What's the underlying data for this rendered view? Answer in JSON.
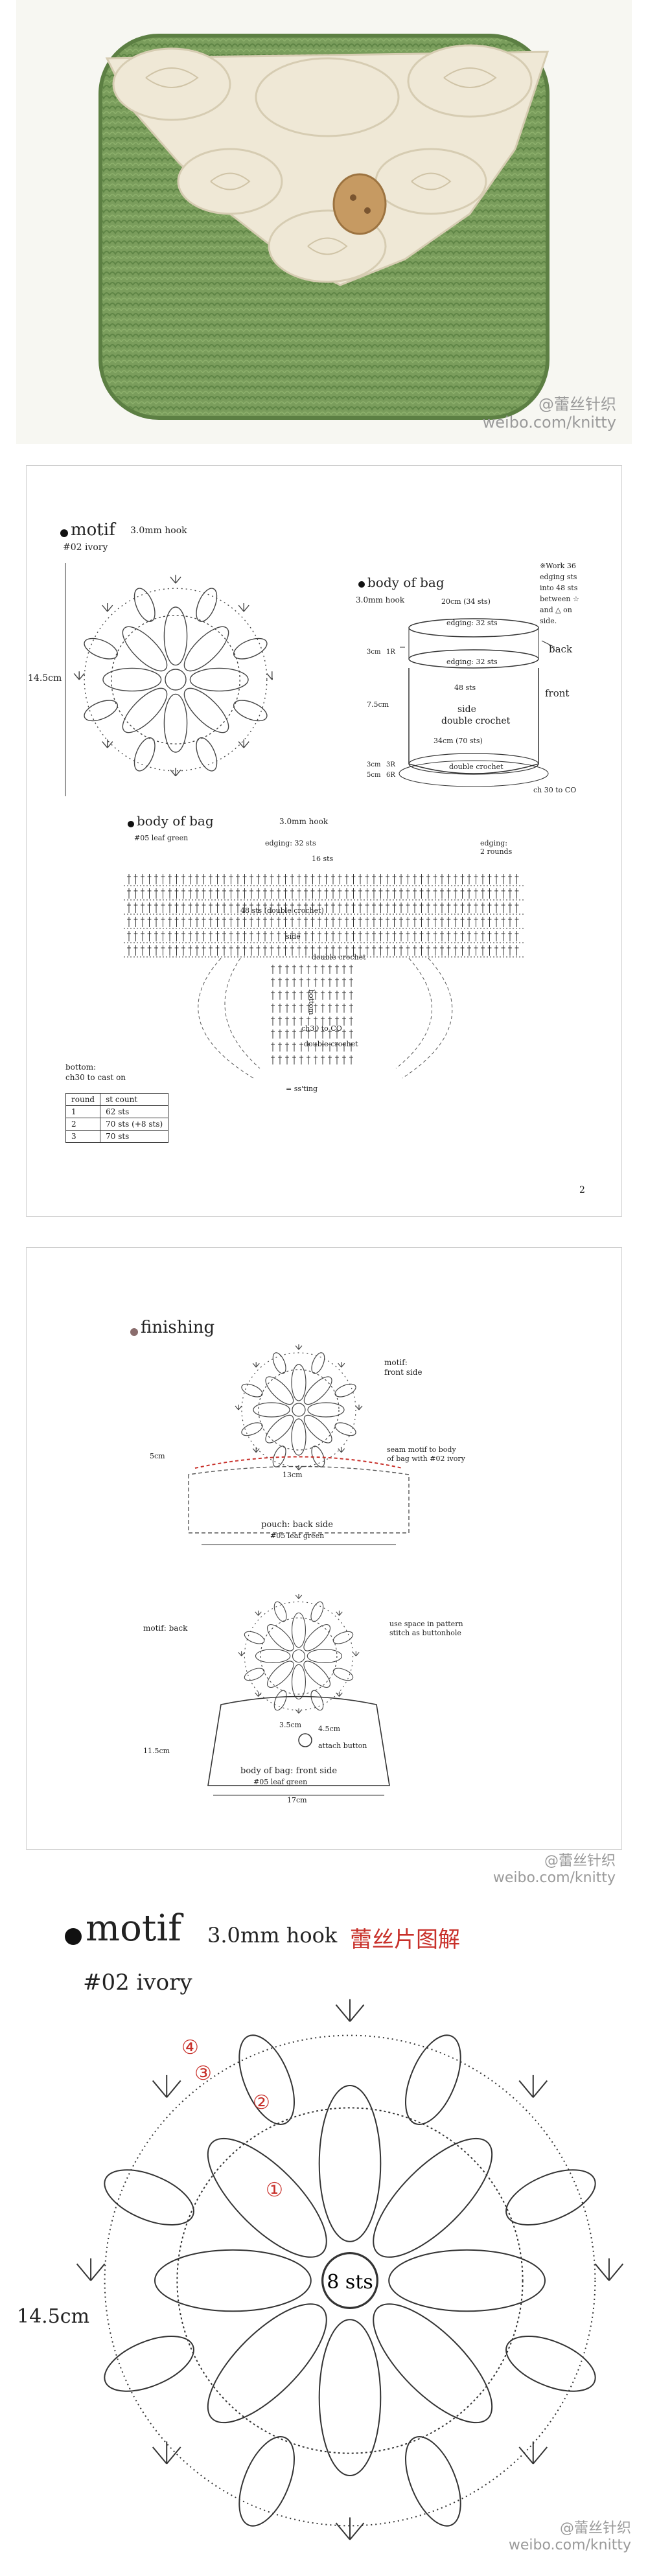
{
  "watermark": {
    "handle": "@蕾丝针织",
    "url": "weibo.com/knitty"
  },
  "page2": {
    "motif_title": "motif",
    "motif_hook": "3.0mm hook",
    "motif_yarn": "#02 ivory",
    "motif_size": "14.5cm",
    "bodybag_title": "body of bag",
    "bodybag_hook": "3.0mm hook",
    "back_note": [
      "※Work 36",
      "edging sts",
      "into 48 sts",
      "between ☆",
      "and △ on",
      "side."
    ],
    "sts_20cm": "20cm (34 sts)",
    "edging_32": "edging: 32 sts",
    "edging_32b": "edging: 32 sts",
    "back": "back",
    "front": "front",
    "sts_48": "48 sts",
    "side": "side",
    "double_crochet": "double crochet",
    "sts_34cm": "34cm (70 sts)",
    "dim_3cm": "3cm",
    "dim_1R": "1R",
    "dim_75cm": "7.5cm",
    "dim_3cm_b": "3cm",
    "dim_5cm": "5cm",
    "dim_3R": "3R",
    "dim_6R": "6R",
    "dc_bottom": "double crochet",
    "ch30": "ch 30 to CO",
    "bb2_title": "body of bag",
    "bb2_hook": "3.0mm hook",
    "bb2_yarn": "#05 leaf green",
    "bb2_edging_sts": "edging: 32 sts",
    "bb2_edging_rounds": [
      "edging:",
      "2 rounds"
    ],
    "bb2_16sts": "16 sts",
    "bb2_48sts": "48 sts (double crochet)",
    "bb2_side": "side",
    "bb2_dc": "double crochet",
    "bb2_bottom": "bottom",
    "bb2_ch30": "ch30 to CO",
    "bb2_dc2": "double crochet",
    "bottom_note": [
      "bottom:",
      "ch30 to cast on"
    ],
    "round_table": {
      "headers": [
        "round",
        "st count"
      ],
      "rows": [
        [
          "1",
          "62 sts"
        ],
        [
          "2",
          "70 sts (+8 sts)"
        ],
        [
          "3",
          "70 sts"
        ]
      ]
    },
    "legend_ssting": "= ss'ting",
    "page_num": "2"
  },
  "page3": {
    "finishing_title": "finishing",
    "motif_front": [
      "motif:",
      "front side"
    ],
    "dim_5cm": "5cm",
    "dim_13cm": "13cm",
    "seam_note": [
      "seam motif to body",
      "of bag with #02 ivory"
    ],
    "pouch_back": "pouch: back side",
    "yarn_green": "#05 leaf green",
    "motif_back": "motif: back",
    "use_space": [
      "use space in pattern",
      "stitch as buttonhole"
    ],
    "dim_35cm": "3.5cm",
    "dim_45cm": "4.5cm",
    "attach_button": "attach button",
    "dim_115cm": "11.5cm",
    "bb_front": "body of bag: front side",
    "bb_yarn": "#05 leaf green",
    "dim_17cm": "17cm"
  },
  "page4": {
    "title": "motif",
    "hook": "3.0mm hook",
    "cn_label": "蕾丝片图解",
    "yarn": "#02 ivory",
    "size": "14.5cm",
    "center_label": "8 sts",
    "markers": [
      "①",
      "②",
      "③",
      "④"
    ]
  },
  "colors": {
    "green": "#7a9d5c",
    "green_dark": "#5c7f43",
    "lace": "#efe8d6",
    "button": "#c69a62",
    "red": "#c8302a"
  }
}
